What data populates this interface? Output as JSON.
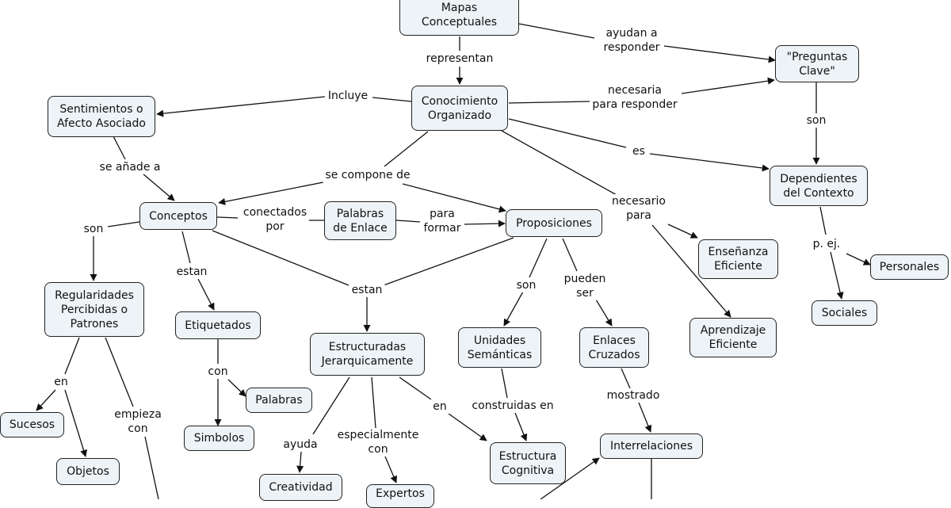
{
  "nodes": {
    "mapas": "Mapas\nConceptuales",
    "conocimiento": "Conocimiento\nOrganizado",
    "preguntas": "\"Preguntas\nClave\"",
    "sentimientos": "Sentimientos o\nAfecto Asociado",
    "dependientes": "Dependientes\ndel Contexto",
    "conceptos": "Conceptos",
    "palabras_enlace": "Palabras\nde Enlace",
    "proposiciones": "Proposiciones",
    "ensenanza": "Enseñanza\nEficiente",
    "personales": "Personales",
    "regularidades": "Regularidades\nPercibidas o\nPatrones",
    "etiquetados": "Etiquetados",
    "estructuradas": "Estructuradas\nJerarquicamente",
    "unidades": "Unidades\nSemánticas",
    "enlaces_cruzados": "Enlaces\nCruzados",
    "aprendizaje": "Aprendizaje\nEficiente",
    "sociales": "Sociales",
    "palabras": "Palabras",
    "sucesos": "Sucesos",
    "simbolos": "Simbolos",
    "objetos": "Objetos",
    "estructura_cognitiva": "Estructura\nCognitiva",
    "interrelaciones": "Interrelaciones",
    "creatividad": "Creatividad",
    "expertos": "Expertos"
  },
  "links": {
    "representan": "representan",
    "ayudan": "ayudan a\nresponder",
    "incluye": "Incluye",
    "necesaria": "necesaria\npara responder",
    "son_preguntas": "son",
    "es": "es",
    "se_anade": "se añade a",
    "se_compone": "se compone de",
    "necesario": "necesario\npara",
    "conectados": "conectados\npor",
    "para_formar": "para\nformar",
    "son_conceptos": "son",
    "estan_etiq": "estan",
    "estan_estr": "estan",
    "son_prop": "son",
    "pueden_ser": "pueden\nser",
    "p_ej": "p. ej.",
    "con_simb": "con",
    "en_reg": "en",
    "empieza": "empieza\ncon",
    "ayuda": "ayuda",
    "especialmente": "especialmente\ncon",
    "en_estr": "en",
    "construidas": "construidas en",
    "mostrado": "mostrado"
  },
  "colors": {
    "node_fill": "#eef3f7",
    "stroke": "#222222",
    "background": "#ffffff"
  }
}
